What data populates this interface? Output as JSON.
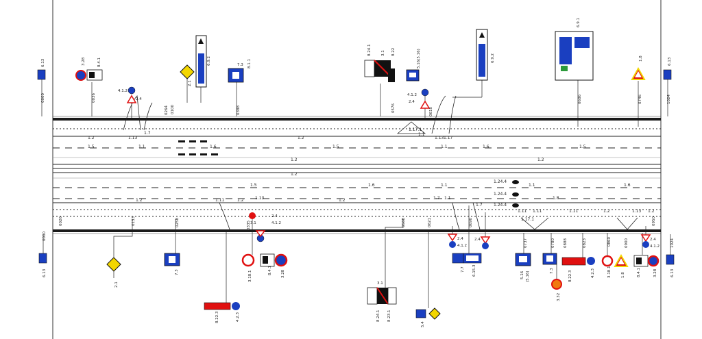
{
  "diagram": {
    "lane_markings": {
      "upper_edge": "1.2",
      "upper_edge_2": "1.2",
      "upper_mid_a": "1.1",
      "upper_mid_b": "1.5",
      "upper_mid_c": "1.6",
      "upper_mid_d": "1.1",
      "upper_mid_e": "1.6",
      "upper_mid_f": "1.5",
      "upper_mid_g": "1.5",
      "center_a": "1.2",
      "center_b": "1.2",
      "center_c": "1.2",
      "lower_a": "1.5",
      "lower_b": "1.6",
      "lower_c": "1.1",
      "lower_d": "1.6",
      "lower_e": "1.8",
      "lower_f": "1.1",
      "lower_edge_a": "1.2",
      "lower_edge_b": "1.11",
      "lower_edge_c": "1.2",
      "lower_edge_d": "1.13",
      "lower_edge_e": "1.2",
      "lower_edge_f": "1.1",
      "lower_edge_g": "1.7",
      "lower_edge_h": "1.11",
      "lower_edge_i": "1.11",
      "lower_edge_j": "1.11",
      "lower_edge_k": "1.2",
      "lower_edge_l": "1.13",
      "lower_edge_m": "1.2",
      "upper_island_a": "1.13",
      "upper_island_b": "1.7",
      "upper_island_c": "1.17.1",
      "upper_island_d": "1.1",
      "upper_island_e": "1.13",
      "upper_island_f": "1.17",
      "lower_island_a": "1.17.1",
      "lower_island_b": "1.7",
      "arrows_a": "1.24.4",
      "arrows_b": "1.24.4",
      "arrows_c": "1.24.4"
    },
    "signs": {
      "s_6_13_left_top": "6.13",
      "s_3_28_top": "3.28",
      "s_8_4_1_top": "8.4.1",
      "s_4_1_2_top": "4.1.2",
      "s_2_4_top": "2.4",
      "s_2_1_top": "2.1",
      "s_6_9_2_top": "6.9.2",
      "s_7_3_top": "7.3",
      "s_8_1_1_top": "8.1.1",
      "s_3_1_top": "3.1",
      "s_8_22_top": "8.22",
      "s_8_24_1_top": "8.24.1",
      "s_5_16_top": "5.16(5.16)",
      "s_4_1_2_top_b": "4.1.2",
      "s_2_4_top_b": "2.4",
      "s_6_9_2_top_b": "6.9.2",
      "s_6_9_1_top": "6.9.1",
      "s_1_8_top": "1.8",
      "s_6_13_right_top": "6.13",
      "s_6_13_left_bot": "6.13",
      "s_2_1_bot": "2.1",
      "s_7_3_bot": "7.3",
      "s_3_1_bot": "3.1",
      "s_3_18_1_bot": "3.18.1",
      "s_2_4_bot": "2.4",
      "s_4_1_2_bot": "4.1.2",
      "s_8_4_1_bot": "8.4.1",
      "s_3_28_bot": "3.28",
      "s_8_22_3_bot": "8.22.3",
      "s_4_2_3_bot": "4.2.3",
      "s_3_1_bot_b": "3.1",
      "s_8_24_1_bot": "8.24.1",
      "s_8_23_1_bot": "8.23.1",
      "s_5_4_bot": "5.4",
      "s_2_4_bot_b": "2.4",
      "s_4_1_2_bot_b": "4.1.2",
      "s_7_7_bot": "7.7",
      "s_6_15_3_bot": "6.15.3",
      "s_2_4_bot_c": "2.4",
      "s_5_16_bot": "5.16",
      "s_5_16_bot_b": "(5.16)",
      "s_7_3_bot_b": "7.3",
      "s_8_22_3_bot_b": "8.22.3",
      "s_3_32_bot": "3.32",
      "s_4_2_3_bot_b": "4.2.3",
      "s_3_18_1_bot_b": "3.18.1",
      "s_1_8_bot": "1.8",
      "s_8_4_1_bot_b": "8.4.1",
      "s_3_28_bot_b": "3.28",
      "s_2_4_bot_d": "2.4",
      "s_4_1_2_bot_c": "4.1.2",
      "s_6_13_right_bot": "6.13"
    },
    "distances": {
      "d_left_top": "0000",
      "d_a": "0036",
      "d_b": "0100",
      "d_c": "0264",
      "d_d": "0388",
      "d_e": "0576",
      "d_f": "0610",
      "d_g": "0686",
      "d_h": "0746",
      "d_i": "1024",
      "d_left_bot": "0000",
      "d_j": "0026",
      "d_k": "0133",
      "d_l": "0258",
      "d_m": "0335",
      "d_n": "0588",
      "d_o": "0621",
      "d_p": "0690",
      "d_q": "0737",
      "d_r": "0780",
      "d_s": "0823",
      "d_t": "0860",
      "d_u": "0888",
      "d_v": "0900",
      "d_w": "0950",
      "d_x": "1024"
    }
  }
}
